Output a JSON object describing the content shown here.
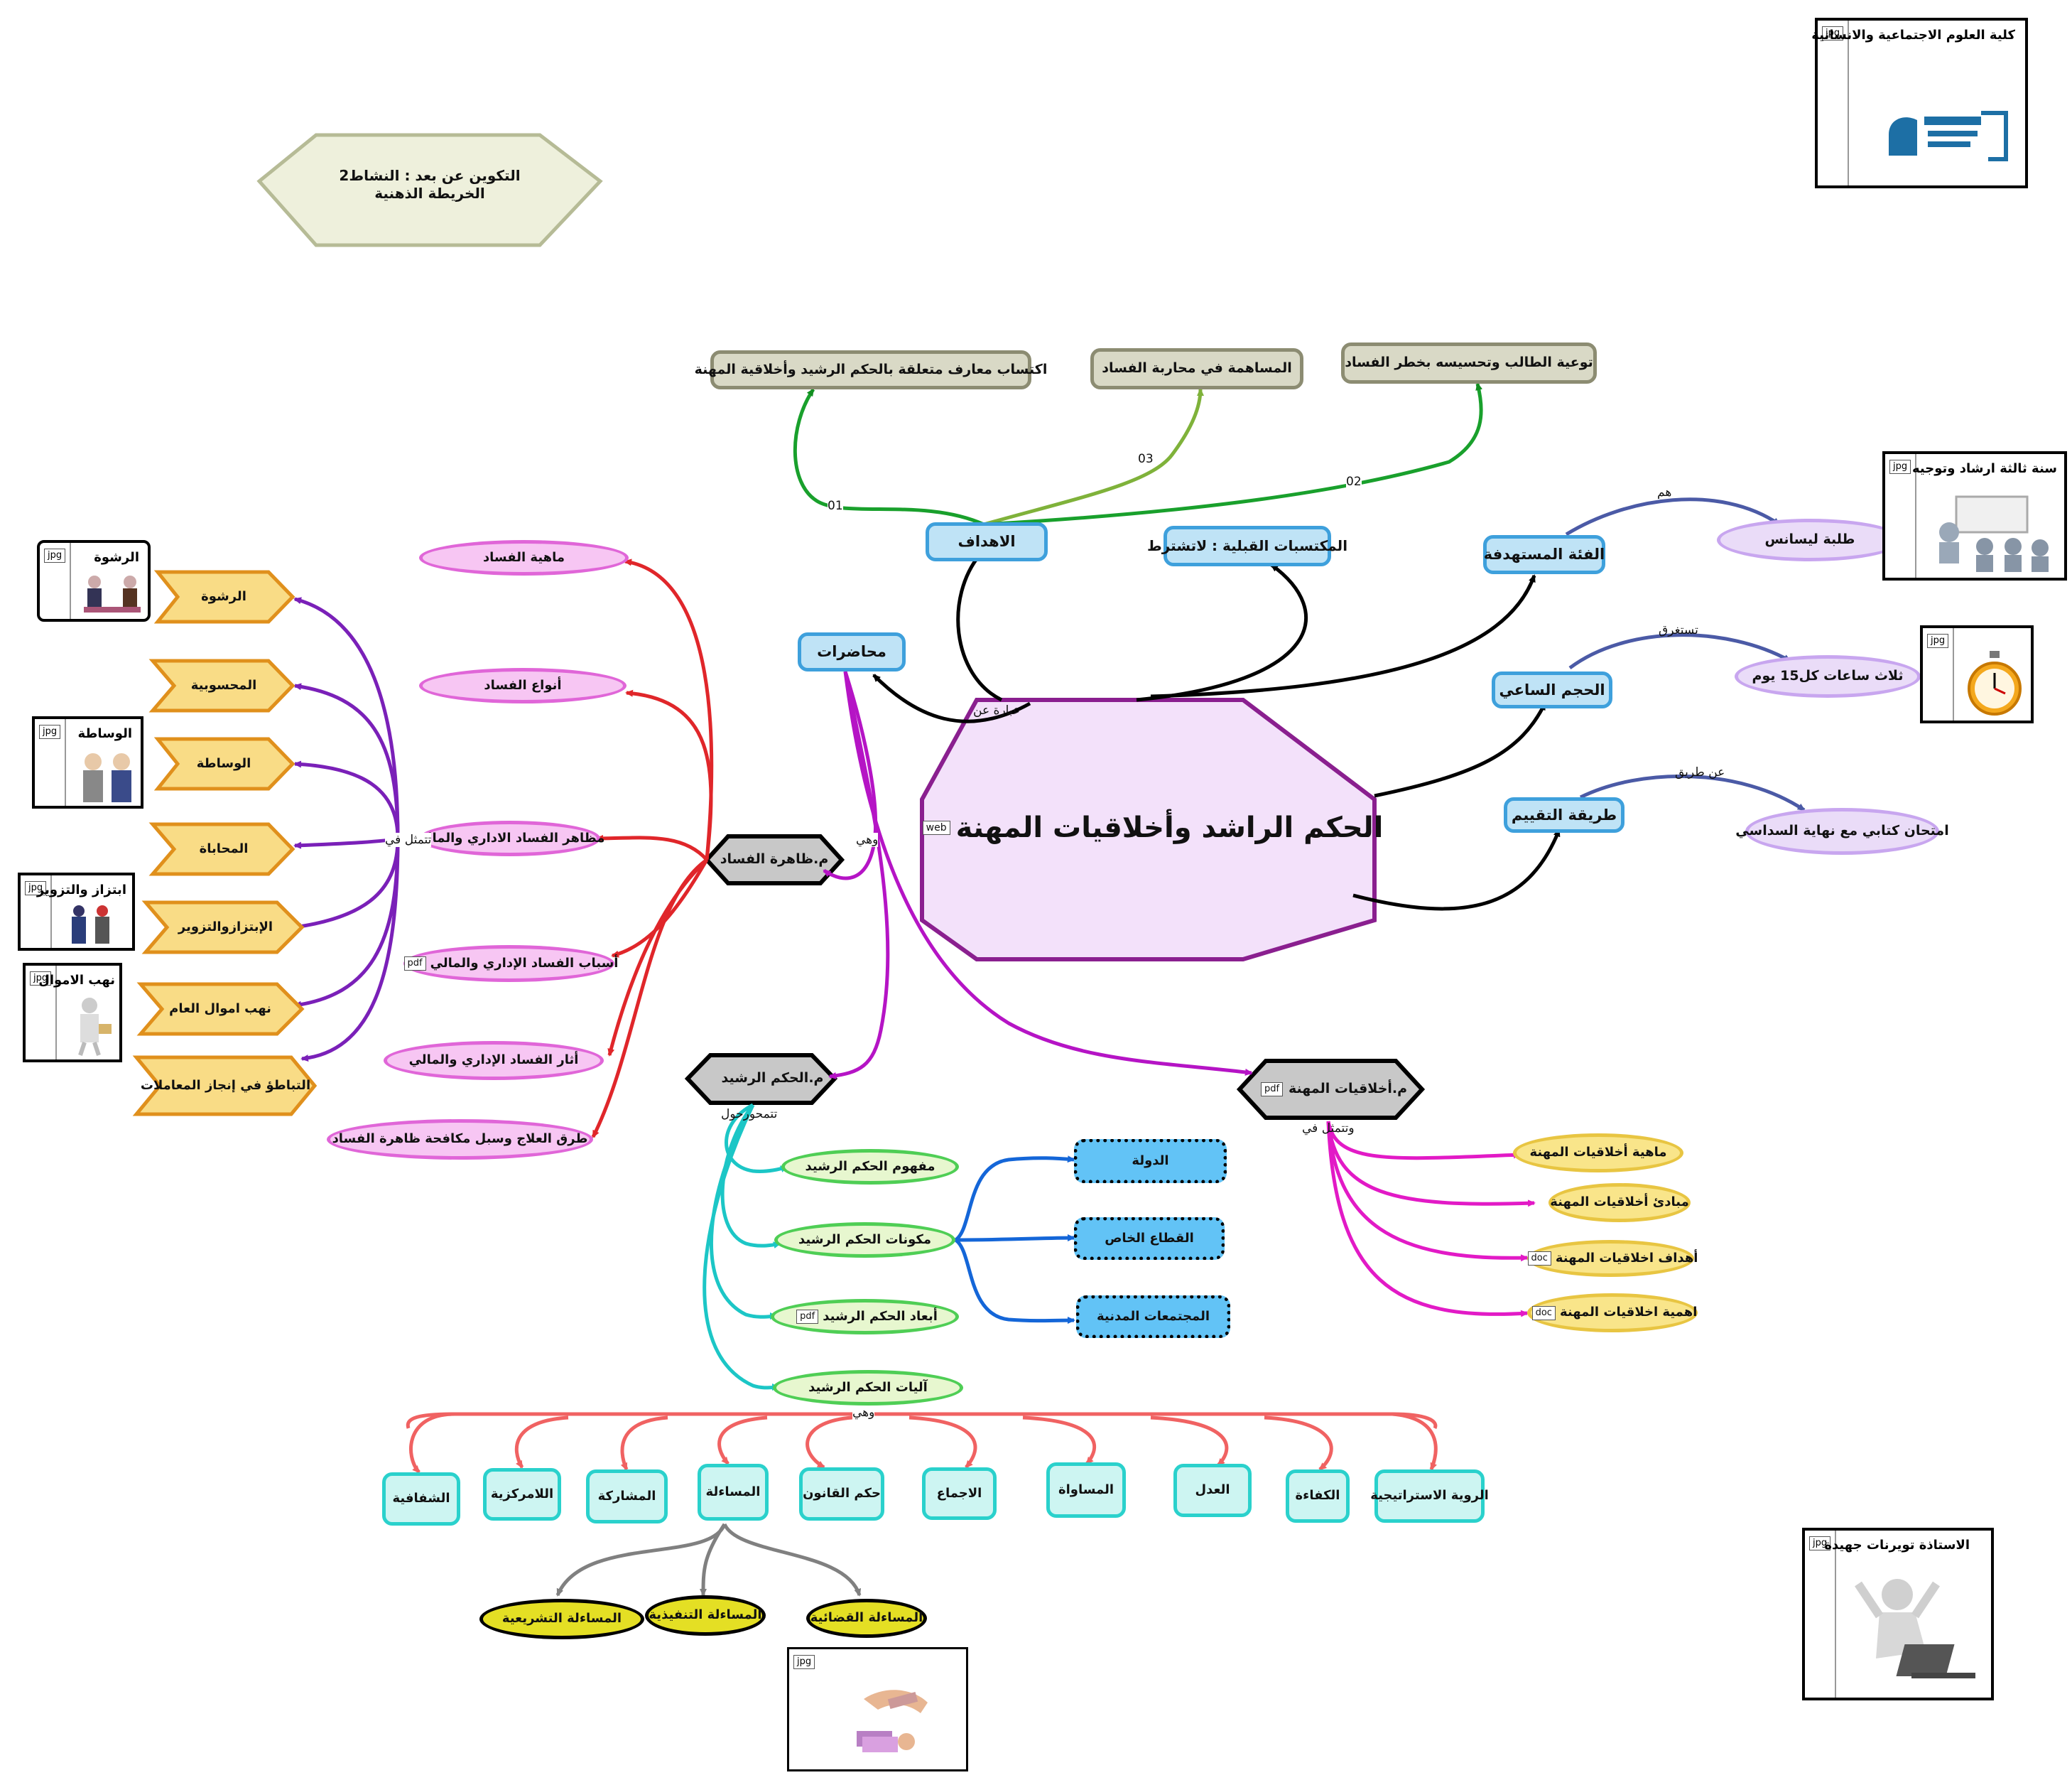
{
  "activity": {
    "line1": "التكوين عن بعد : النشاط2",
    "line2": "الخريطة الذهنية"
  },
  "central": {
    "title": "الحكم الراشد وأخلاقيات المهنة",
    "tag": "web"
  },
  "university_box": {
    "caption": "كلية العلوم الاجتماعية والانسانية",
    "tag": "jpg"
  },
  "teacher_box": {
    "caption": "الاستاذة تويرنات جهيدة",
    "tag": "jpg"
  },
  "objectives": {
    "label": "الاهداف",
    "items": [
      {
        "text": "اكتساب معارف متعلقة بالحكم الرشيد وأخلاقية المهنة",
        "num": "01"
      },
      {
        "text": "المساهمة في محاربة الفساد",
        "num": "03"
      },
      {
        "text": "توعية الطالب وتحسيسه بخطر الفساد",
        "num": "02"
      }
    ]
  },
  "prerequisites": {
    "label": "المكتسبات القبلية : لاتشترط"
  },
  "audience": {
    "label": "الفئة المستهدفة",
    "link": "هم",
    "value": "طلبة ليسانس",
    "box_caption": "سنة ثالثة ارشاد وتوجيه",
    "tag": "jpg"
  },
  "hours": {
    "label": "الحجم الساعي",
    "link": "تستغرق",
    "value": "ثلاث ساعات كل15 يوم",
    "tag": "jpg"
  },
  "evaluation": {
    "label": "طريقة التقييم",
    "link": "عن طريق",
    "value": "امتحان كتابي مع نهاية السداسي"
  },
  "lectures": {
    "label": "محاضرات",
    "link_from_center": "عبارة عن",
    "link_out": "وهي"
  },
  "corruption": {
    "label": "م.ظاهرة الفساد",
    "items": [
      {
        "text": "ماهية الفساد"
      },
      {
        "text": "أنواع الفساد"
      },
      {
        "text": "مظاهر الفساد الاداري والمالي"
      },
      {
        "text": "أسباب الفساد الإداري والمالي",
        "tag": "pdf"
      },
      {
        "text": "أثار الفساد الإداري والمالي"
      },
      {
        "text": "طرق العلاج وسبل مكافحة ظاهرة الفساد"
      }
    ],
    "manifest_link": "تتمثل في",
    "manifestations": [
      "الرشوة",
      "المحسوبية",
      "الوساطة",
      "المحاباة",
      "الإبتزازوالتزوير",
      "نهب اموال العام",
      "التباطؤ في إنجاز المعاملات"
    ],
    "images": [
      {
        "caption": "الرشوة",
        "tag": "jpg"
      },
      {
        "caption": "الوساطة",
        "tag": "jpg"
      },
      {
        "caption": "ابتزاز والتزوير",
        "tag": "jpg"
      },
      {
        "caption": "نهب الاموال",
        "tag": "jpg"
      }
    ]
  },
  "governance": {
    "label": "م.الحكم الرشيد",
    "link": "تتمحورحول",
    "items": [
      {
        "text": "مفهوم الحكم الرشيد"
      },
      {
        "text": "مكونات الحكم الرشيد"
      },
      {
        "text": "أبعاد الحكم الرشيد",
        "tag": "pdf"
      },
      {
        "text": "آليات الحكم الرشيد"
      }
    ],
    "components": [
      "الدولة",
      "القطاع الخاص",
      "المجتمعات المدنية"
    ],
    "mechanisms_link": "وهي",
    "mechanisms": [
      "الشفافية",
      "اللامركزية",
      "المشاركة",
      "المساءلة",
      "حكم القانون",
      "الاجماع",
      "المساواة",
      "العدل",
      "الكفاءة",
      "الروية الاستراتيجية"
    ],
    "accountability": [
      "المساءلة التشريعية",
      "المساءلة التنفيذية",
      "المساءلة القضائية"
    ],
    "image_tag": "jpg"
  },
  "ethics": {
    "label": "م.أخلاقيات المهنة",
    "tag": "pdf",
    "link": "وتتمثل في",
    "items": [
      {
        "text": "ماهية أخلاقيات المهنة"
      },
      {
        "text": "مبادئ أخلاقيات المهنة"
      },
      {
        "text": "أهداف اخلاقيات المهنة",
        "tag": "doc"
      },
      {
        "text": "اهمية اخلاقيات المهنة",
        "tag": "doc"
      }
    ]
  },
  "colors": {
    "central_fill": "#f3e1fa",
    "central_stroke": "#8a1f8f",
    "blue_fill": "#bfe3f6",
    "blue_stroke": "#3ea0dc",
    "gray_fill": "#d9d9c6",
    "gray_stroke": "#8c8c72",
    "pink_fill": "#f7c6f3",
    "pink_stroke": "#e066d8",
    "orange_fill": "#f9dc86",
    "orange_stroke": "#e0901c",
    "green_fill": "#e7f7cf",
    "green_stroke": "#4fce55",
    "cyan_fill": "#cdf5f2",
    "cyan_stroke": "#2ad1cc",
    "yellow_fill": "#f9e58a",
    "yellow_stroke": "#e8c542",
    "lavender_fill": "#eadcf8",
    "lavender_stroke": "#c8a6ef",
    "darkyellow_fill": "#e4df24",
    "dotted_fill": "#62c3f6"
  }
}
